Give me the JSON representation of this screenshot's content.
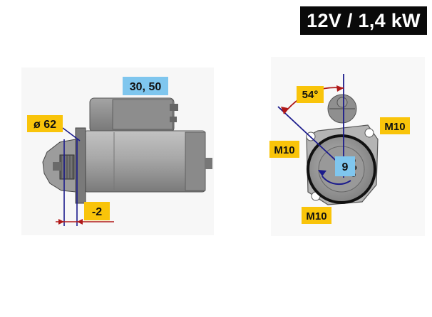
{
  "header": {
    "spec": "12V / 1,4 kW"
  },
  "side_view": {
    "terminals_label": "30, 50",
    "flange_diameter_label": "ø 62",
    "offset_label": "-2"
  },
  "end_view": {
    "angle_label": "54°",
    "teeth_label": "9",
    "bolt_labels": [
      "M10",
      "M10",
      "M10"
    ]
  },
  "colors": {
    "label_yellow": "#f9c40a",
    "label_blue": "#7fc6ee",
    "line_navy": "#1b1b8c",
    "line_red": "#b01818",
    "body_gray": "#9a9a9a"
  }
}
